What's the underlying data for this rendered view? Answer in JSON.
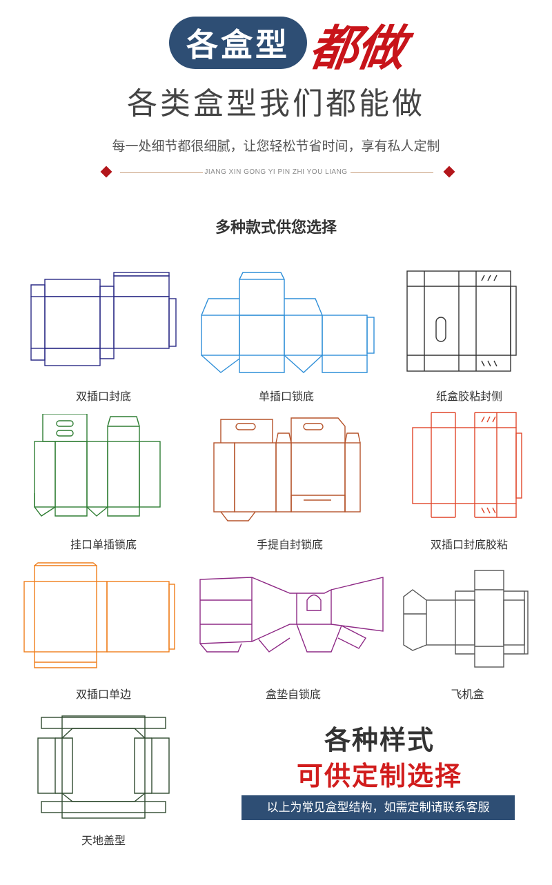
{
  "banner": {
    "pill_text": "各盒型",
    "brush_text": "都做"
  },
  "headline": "各类盒型我们都能做",
  "subline": "每一处细节都很细腻，让您轻松节省时间，享有私人定制",
  "pinyin": "JIANG XIN GONG YI PIN ZHI YOU LIANG",
  "section_title": "多种款式供您选择",
  "colors": {
    "pill": "#2e4e74",
    "brush": "#c8141a",
    "accent_red": "#d11d1d",
    "bar": "#2e4e74",
    "divider": "#c9a07f"
  },
  "styles": [
    {
      "label": "双插口封底",
      "color": "#2a2a86",
      "icon": "double-tuck-seal-bottom-dieline"
    },
    {
      "label": "单插口锁底",
      "color": "#2f8fd8",
      "icon": "single-tuck-lock-bottom-dieline"
    },
    {
      "label": "纸盒胶粘封侧",
      "color": "#333333",
      "icon": "glued-side-box-dieline"
    },
    {
      "label": "挂口单插锁底",
      "color": "#2e7d32",
      "icon": "hang-tab-lock-bottom-dieline"
    },
    {
      "label": "手提自封锁底",
      "color": "#b5532a",
      "icon": "handle-lock-bottom-dieline"
    },
    {
      "label": "双插口封底胶粘",
      "color": "#e0462b",
      "icon": "double-tuck-glued-dieline"
    },
    {
      "label": "双插口单边",
      "color": "#ef7d1a",
      "icon": "double-tuck-single-side-dieline"
    },
    {
      "label": "盒垫自锁底",
      "color": "#8e2a86",
      "icon": "pad-lock-bottom-dieline"
    },
    {
      "label": "飞机盒",
      "color": "#555555",
      "icon": "mailer-box-dieline"
    },
    {
      "label": "天地盖型",
      "color": "#2f4a2f",
      "icon": "lid-and-base-dieline"
    }
  ],
  "promo": {
    "line1": "各种样式",
    "line2": "可供定制选择",
    "bar": "以上为常见盒型结构，如需定制请联系客服"
  }
}
